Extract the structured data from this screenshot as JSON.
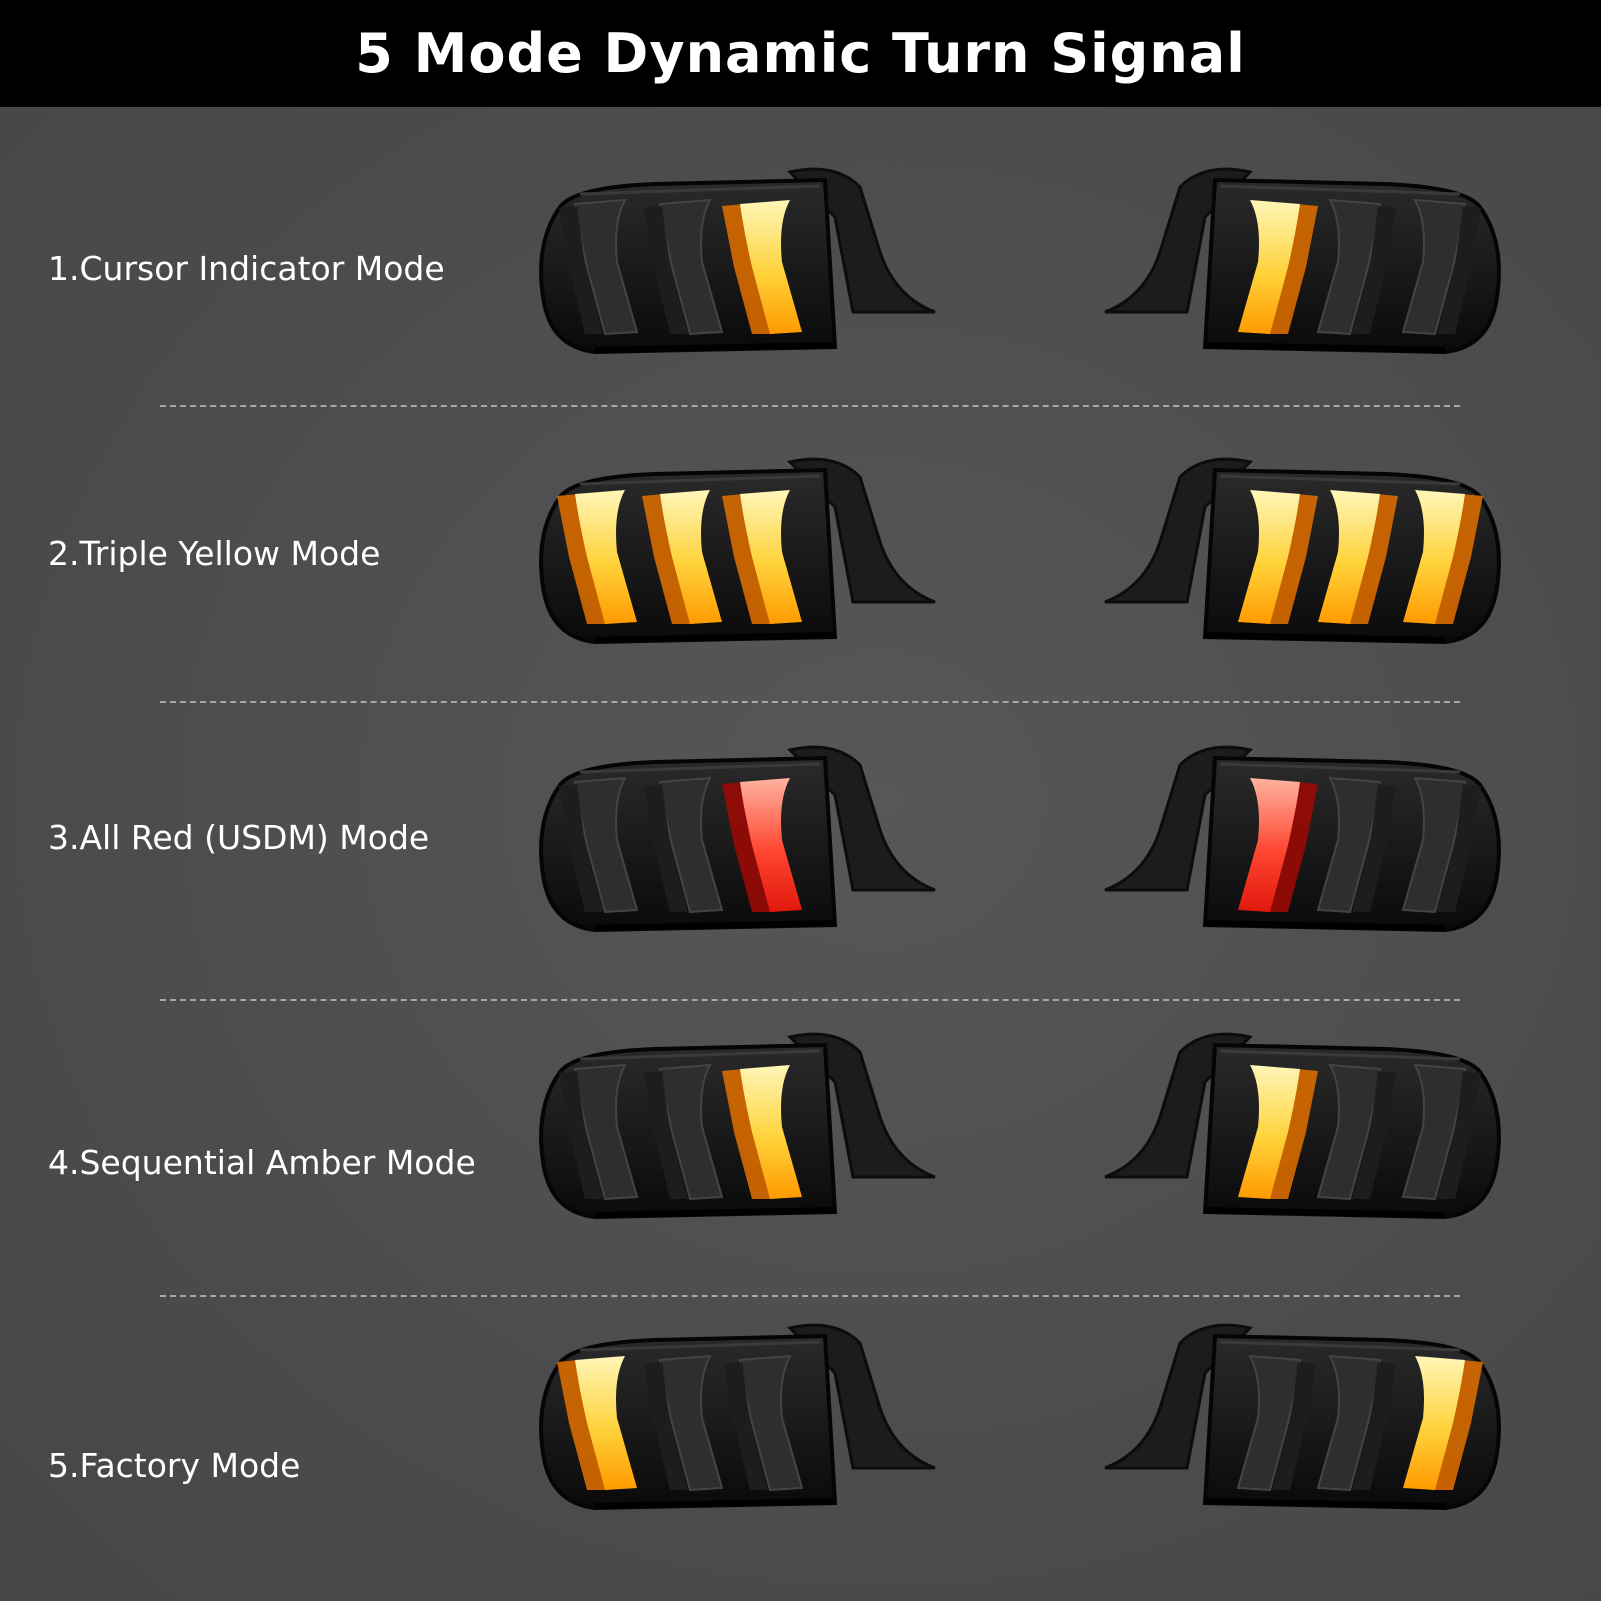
{
  "title": "5 Mode Dynamic Turn Signal",
  "colors": {
    "header_bg": "#000000",
    "background": "#4d4d4f",
    "amber": "#ffb000",
    "yellow": "#ffe36a",
    "red": "#ff2a1a",
    "housing": "#141414"
  },
  "modes": [
    {
      "label": "1.Cursor Indicator Mode",
      "lit": [
        2
      ],
      "color": "amber"
    },
    {
      "label": "2.Triple Yellow Mode",
      "lit": [
        0,
        1,
        2
      ],
      "color": "amber"
    },
    {
      "label": "3.All Red (USDM) Mode",
      "lit": [
        2
      ],
      "color": "red"
    },
    {
      "label": "4.Sequential Amber Mode",
      "lit": [
        2
      ],
      "color": "amber"
    },
    {
      "label": "5.Factory Mode",
      "lit": [
        0
      ],
      "color": "amber"
    }
  ]
}
